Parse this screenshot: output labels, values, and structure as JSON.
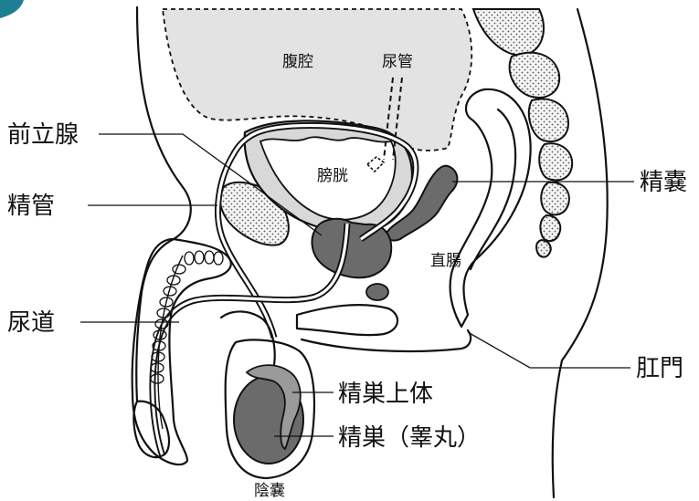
{
  "labels": {
    "fukukou": "腹腔",
    "nyoukan": "尿管",
    "zenritsusen": "前立腺",
    "boukou": "膀胱",
    "seinou": "精嚢",
    "seikan": "精管",
    "chokuchou": "直腸",
    "nyoudou": "尿道",
    "koumon": "肛門",
    "seisou_joutai": "精巣上体",
    "seisou": "精巣（睾丸）",
    "innou": "陰嚢"
  },
  "colors": {
    "outline": "#111111",
    "cavity_fill": "#e3e3e3",
    "bladder_fill": "#d8d8d8",
    "organ_dark": "#6b6b6b",
    "badge": "#1f7f92",
    "background": "#ffffff"
  },
  "icons": [
    "corner-badge-icon"
  ]
}
